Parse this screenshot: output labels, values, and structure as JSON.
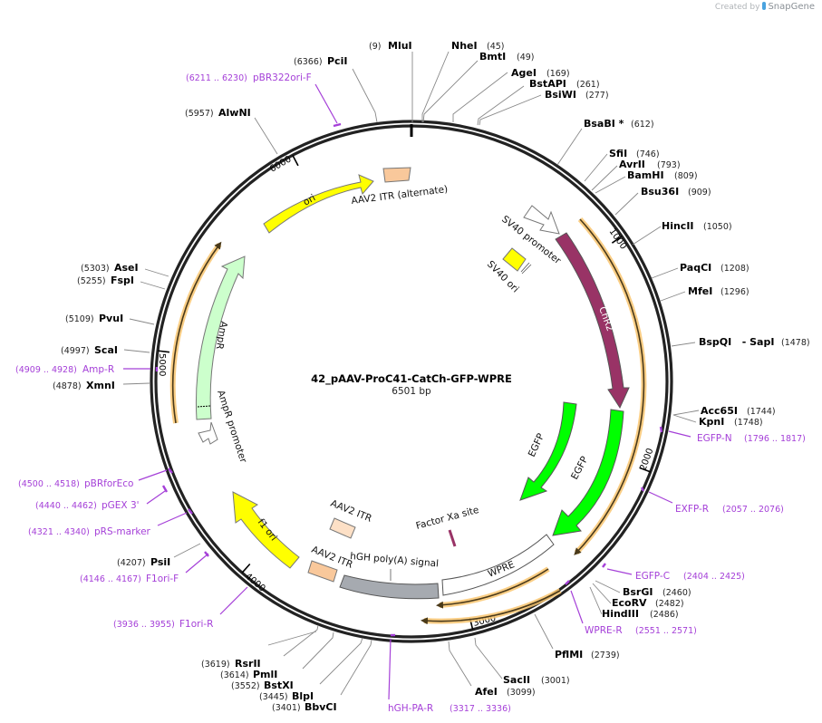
{
  "credit": {
    "prefix": "Created by",
    "brand": "SnapGene"
  },
  "plasmid": {
    "name": "42_pAAV-ProC41-CatCh-GFP-WPRE",
    "length_label": "6501 bp",
    "length": 6501
  },
  "ticks": [
    {
      "label": "1000",
      "pos": 1000
    },
    {
      "label": "2000",
      "pos": 2000
    },
    {
      "label": "3000",
      "pos": 3000
    },
    {
      "label": "4000",
      "pos": 4000
    },
    {
      "label": "5000",
      "pos": 5000
    },
    {
      "label": "6000",
      "pos": 6000
    }
  ],
  "enzymes": [
    {
      "name": "MluI",
      "pos": "(9)",
      "side": "left"
    },
    {
      "name": "NheI",
      "pos": "(45)",
      "side": "right"
    },
    {
      "name": "BmtI",
      "pos": "(49)",
      "side": "right"
    },
    {
      "name": "AgeI",
      "pos": "(169)",
      "side": "right"
    },
    {
      "name": "BstAPI",
      "pos": "(261)",
      "side": "right"
    },
    {
      "name": "BsiWI",
      "pos": "(277)",
      "side": "right"
    },
    {
      "name": "BsaBI *",
      "pos": "(612)",
      "side": "right"
    },
    {
      "name": "SfiI",
      "pos": "(746)",
      "side": "right"
    },
    {
      "name": "AvrII",
      "pos": "(793)",
      "side": "right"
    },
    {
      "name": "BamHI",
      "pos": "(809)",
      "side": "right"
    },
    {
      "name": "Bsu36I",
      "pos": "(909)",
      "side": "right"
    },
    {
      "name": "HincII",
      "pos": "(1050)",
      "side": "right"
    },
    {
      "name": "PaqCI",
      "pos": "(1208)",
      "side": "right"
    },
    {
      "name": "MfeI",
      "pos": "(1296)",
      "side": "right"
    },
    {
      "name": "BspQI   - SapI",
      "pos": "(1478)",
      "side": "right"
    },
    {
      "name": "Acc65I",
      "pos": "(1744)",
      "side": "right"
    },
    {
      "name": "KpnI",
      "pos": "(1748)",
      "side": "right"
    },
    {
      "name": "BsrGI",
      "pos": "(2460)",
      "side": "right"
    },
    {
      "name": "EcoRV",
      "pos": "(2482)",
      "side": "right"
    },
    {
      "name": "HindIII",
      "pos": "(2486)",
      "side": "right"
    },
    {
      "name": "PflMI",
      "pos": "(2739)",
      "side": "right"
    },
    {
      "name": "SacII",
      "pos": "(3001)",
      "side": "right"
    },
    {
      "name": "AfeI",
      "pos": "(3099)",
      "side": "right"
    },
    {
      "name": "BbvCI",
      "pos": "(3401)",
      "side": "left"
    },
    {
      "name": "BlpI",
      "pos": "(3445)",
      "side": "left"
    },
    {
      "name": "BstXI",
      "pos": "(3552)",
      "side": "left"
    },
    {
      "name": "PmlI",
      "pos": "(3614)",
      "side": "left"
    },
    {
      "name": "RsrII",
      "pos": "(3619)",
      "side": "left"
    },
    {
      "name": "PsiI",
      "pos": "(4207)",
      "side": "left"
    },
    {
      "name": "XmnI",
      "pos": "(4878)",
      "side": "left"
    },
    {
      "name": "ScaI",
      "pos": "(4997)",
      "side": "left"
    },
    {
      "name": "PvuI",
      "pos": "(5109)",
      "side": "left"
    },
    {
      "name": "FspI",
      "pos": "(5255)",
      "side": "left"
    },
    {
      "name": "AseI",
      "pos": "(5303)",
      "side": "left"
    },
    {
      "name": "AlwNI",
      "pos": "(5957)",
      "side": "left"
    },
    {
      "name": "PciI",
      "pos": "(6366)",
      "side": "left"
    }
  ],
  "primers": [
    {
      "name": "pBR322ori-F",
      "range": "(6211 .. 6230)",
      "side": "left"
    },
    {
      "name": "EGFP-N",
      "range": "(1796 .. 1817)",
      "side": "right"
    },
    {
      "name": "EXFP-R",
      "range": "(2057 .. 2076)",
      "side": "right"
    },
    {
      "name": "EGFP-C",
      "range": "(2404 .. 2425)",
      "side": "right"
    },
    {
      "name": "WPRE-R",
      "range": "(2551 .. 2571)",
      "side": "right"
    },
    {
      "name": "hGH-PA-R",
      "range": "(3317 .. 3336)",
      "side": "right"
    },
    {
      "name": "F1ori-R",
      "range": "(3936 .. 3955)",
      "side": "left"
    },
    {
      "name": "F1ori-F",
      "range": "(4146 .. 4167)",
      "side": "left"
    },
    {
      "name": "pRS-marker",
      "range": "(4321 .. 4340)",
      "side": "left"
    },
    {
      "name": "pGEX 3'",
      "range": "(4440 .. 4462)",
      "side": "left"
    },
    {
      "name": "pBRforEco",
      "range": "(4500 .. 4518)",
      "side": "left"
    },
    {
      "name": "Amp-R",
      "range": "(4909 .. 4928)",
      "side": "left"
    }
  ],
  "features": [
    {
      "name": "AAV2 ITR (alternate)",
      "color": "#f9c89b",
      "type": "box"
    },
    {
      "name": "SV40 promoter",
      "color": "#ffffff",
      "type": "arrow"
    },
    {
      "name": "SV40 ori",
      "color": "#ffff00",
      "type": "box"
    },
    {
      "name": "ChR2",
      "color": "#993366",
      "type": "arrow"
    },
    {
      "name": "EGFP",
      "color": "#00ff00",
      "type": "arrow"
    },
    {
      "name": "EGFP",
      "color": "#00ff00",
      "type": "arrow"
    },
    {
      "name": "Factor Xa site",
      "color": "#993366",
      "type": "site"
    },
    {
      "name": "WPRE",
      "color": "#ffffff",
      "type": "box"
    },
    {
      "name": "hGH poly(A) signal",
      "color": "#a6a6a6",
      "type": "box"
    },
    {
      "name": "AAV2 ITR",
      "color": "#f9c89b",
      "type": "box"
    },
    {
      "name": "AAV2 ITR",
      "color": "#fde0c6",
      "type": "box"
    },
    {
      "name": "f1 ori",
      "color": "#ffff00",
      "type": "arrow"
    },
    {
      "name": "AmpR promoter",
      "color": "#ffffff",
      "type": "arrow"
    },
    {
      "name": "AmpR",
      "color": "#ccffcc",
      "type": "arrow"
    },
    {
      "name": "ori",
      "color": "#ffff00",
      "type": "arrow"
    }
  ],
  "colors": {
    "enzyme": "#000000",
    "primer": "#a540d8",
    "orf_highlight": "#f9c570",
    "backbone": "#222222"
  }
}
